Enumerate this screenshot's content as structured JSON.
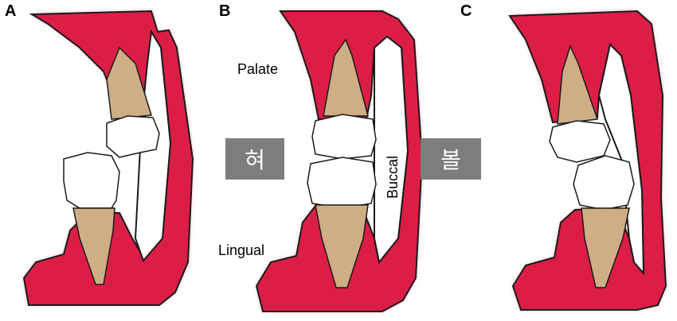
{
  "panels": [
    {
      "letter": "A"
    },
    {
      "letter": "B"
    },
    {
      "letter": "C"
    }
  ],
  "labels": {
    "palate": "Palate",
    "lingual": "Lingual",
    "buccal": "Buccal",
    "tongue_korean": "혀",
    "cheek_korean": "볼"
  },
  "colors": {
    "gingiva": "#dc1e47",
    "gingiva_glow": "#f07a92",
    "root": "#cfae86",
    "crown": "#ffffff",
    "outline": "#1a1a1a",
    "tag_bg": "#7d7d7d"
  }
}
